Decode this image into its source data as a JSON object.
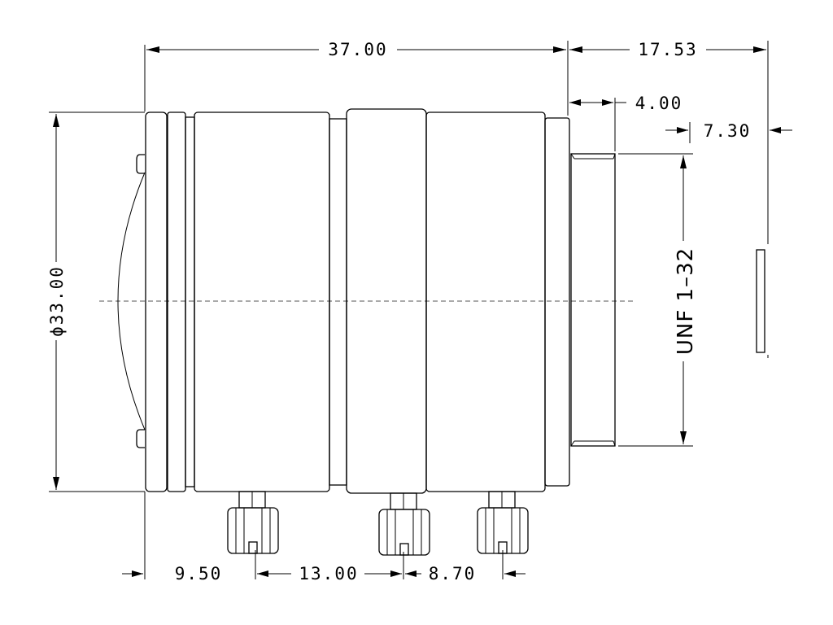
{
  "dimensions": {
    "overall_length": "37.00",
    "flange_distance": "17.53",
    "mount_length": "4.00",
    "back_focus_offset": "7.30",
    "diameter": "ϕ33.00",
    "thread": "UNF 1–32",
    "screw_pos_1": "9.50",
    "screw_pos_2": "13.00",
    "screw_pos_3": "8.70"
  },
  "colors": {
    "line": "#000000",
    "background": "#ffffff",
    "centerline": "#555555"
  }
}
